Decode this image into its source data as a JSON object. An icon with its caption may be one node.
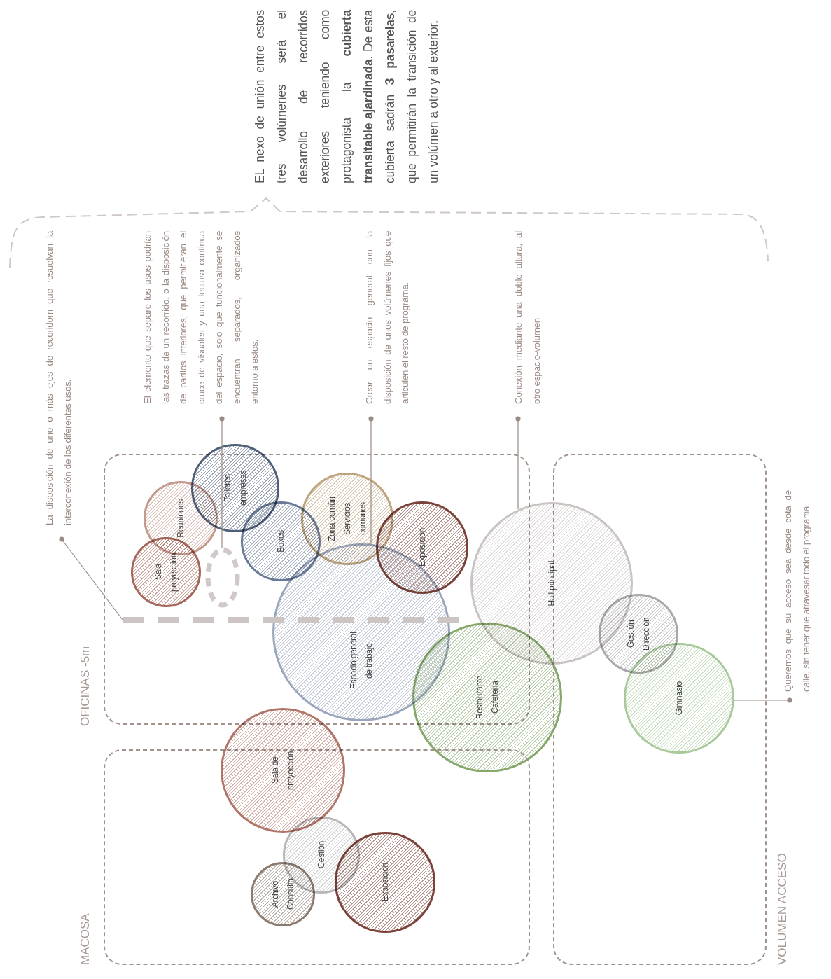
{
  "diagram": {
    "nodes": [
      {
        "text": [
          "La disposición de uno o más ejes de recoridom que resuelvan la interconexión de los diferentes usos."
        ]
      },
      {
        "text": [
          "El elemento que separe los usos podrían las trazas de un recorrido, o la disposición de partios interiores, que permitieran el cruce de visuales y una lectura continua del espacio, solo que funcionalmente se encuentran separados, organizados entorno a estos."
        ]
      },
      {
        "text": [
          "Crear un espacio general con la disposición de unos volúmenes fijos que articulen el resto de programa."
        ]
      },
      {
        "text": [
          "Conexión mediante una doble altura, al otro espacio-volumen"
        ]
      },
      {
        "text": [
          "Queremos que su acceso sea desde cota de calle, sin tener que atravesar todo el programa"
        ]
      },
      {
        "text": [
          "OFICINAS -5m"
        ]
      },
      {
        "text": [
          "Sala proyección"
        ],
        "in": 5
      },
      {
        "text": [
          "Reuniones"
        ],
        "in": 5
      },
      {
        "text": [
          "Talleres empresas"
        ]
      },
      {
        "text": [
          "Boxes"
        ],
        "in": 5
      },
      {
        "text": [
          "Zona común Servicios comunes"
        ],
        "in": 5
      },
      {
        "text": [
          "Exposición"
        ],
        "in": 5
      },
      {
        "text": [
          "Espacio general de trabajo"
        ],
        "in": 5
      },
      {
        "text": [],
        "shape": "ellipse",
        "in": 5
      },
      {
        "text": [],
        "shape": "line",
        "in": 5
      },
      {
        "text": [
          "Restaurante Cafetería"
        ]
      },
      {
        "text": [
          "MACOSA"
        ]
      },
      {
        "text": [
          "Sala de proyección"
        ]
      },
      {
        "text": [
          "Gestión"
        ],
        "in": 16
      },
      {
        "text": [
          "Archivo Consulta"
        ],
        "in": 16
      },
      {
        "text": [
          "Exposición"
        ],
        "in": 16
      },
      {
        "text": [
          "VOLUMEN ACCESO"
        ]
      },
      {
        "text": [
          "Hall principal"
        ]
      },
      {
        "text": [
          "Gestión Dirección"
        ],
        "in": 21
      },
      {
        "text": [
          "Gimnasio"
        ],
        "in": 21
      }
    ],
    "edges": [
      {
        "from": 0,
        "to": 14,
        "arrow": "other"
      },
      {
        "from": 1,
        "to": 13,
        "arrow": "other"
      },
      {
        "from": 2,
        "to": 12,
        "arrow": "other"
      },
      {
        "from": 3,
        "to": 22,
        "arrow": "other"
      },
      {
        "from": 4,
        "to": 24,
        "arrow": "other"
      }
    ],
    "labels": [
      "EL nexo de unión entre estos tres volúmenes será el desarrollo de recorridos exteriores teniendo como protagonista la **cubierta transitable ajardinada**. De esta cubierta sadrán **3 pasarelas**, que permitirán la transición de un volúmen a otro y al exterior."
    ]
  }
}
